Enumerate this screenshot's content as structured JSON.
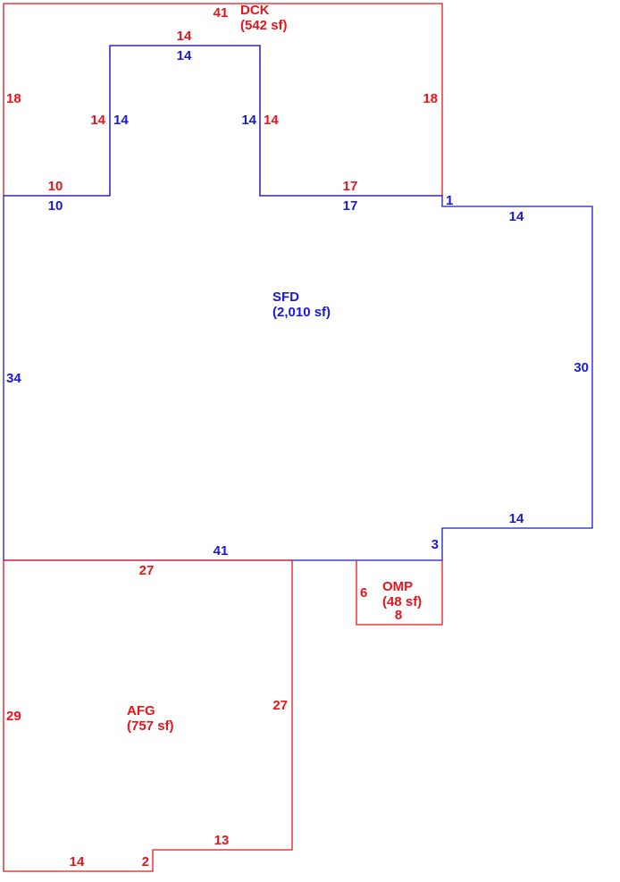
{
  "colors": {
    "red": "#e8141b",
    "blue": "#1919d6"
  },
  "areas": {
    "dck": {
      "name": "DCK",
      "size": "(542 sf)"
    },
    "sfd": {
      "name": "SFD",
      "size": "(2,010 sf)"
    },
    "omp": {
      "name": "OMP",
      "size": "(48 sf)"
    },
    "afg": {
      "name": "AFG",
      "size": "(757 sf)"
    }
  },
  "dims": {
    "dck_top": "41",
    "dck_left": "18",
    "dck_right": "18",
    "dck_notch_top": "14",
    "dck_notch_left": "14",
    "dck_notch_right": "14",
    "dck_bottom_left": "10",
    "dck_bottom_right": "17",
    "sfd_notch_top": "14",
    "sfd_notch_left": "14",
    "sfd_notch_right": "14",
    "sfd_top_left": "10",
    "sfd_top_right": "17",
    "sfd_step_top": "1",
    "sfd_bump_top": "14",
    "sfd_right": "30",
    "sfd_bump_bottom": "14",
    "sfd_step_bottom": "3",
    "sfd_left": "34",
    "sfd_bottom": "41",
    "afg_top": "27",
    "afg_left": "29",
    "afg_right": "27",
    "afg_bottom_right": "13",
    "afg_step": "2",
    "afg_bottom_left": "14",
    "omp_left": "6",
    "omp_bottom": "8"
  }
}
